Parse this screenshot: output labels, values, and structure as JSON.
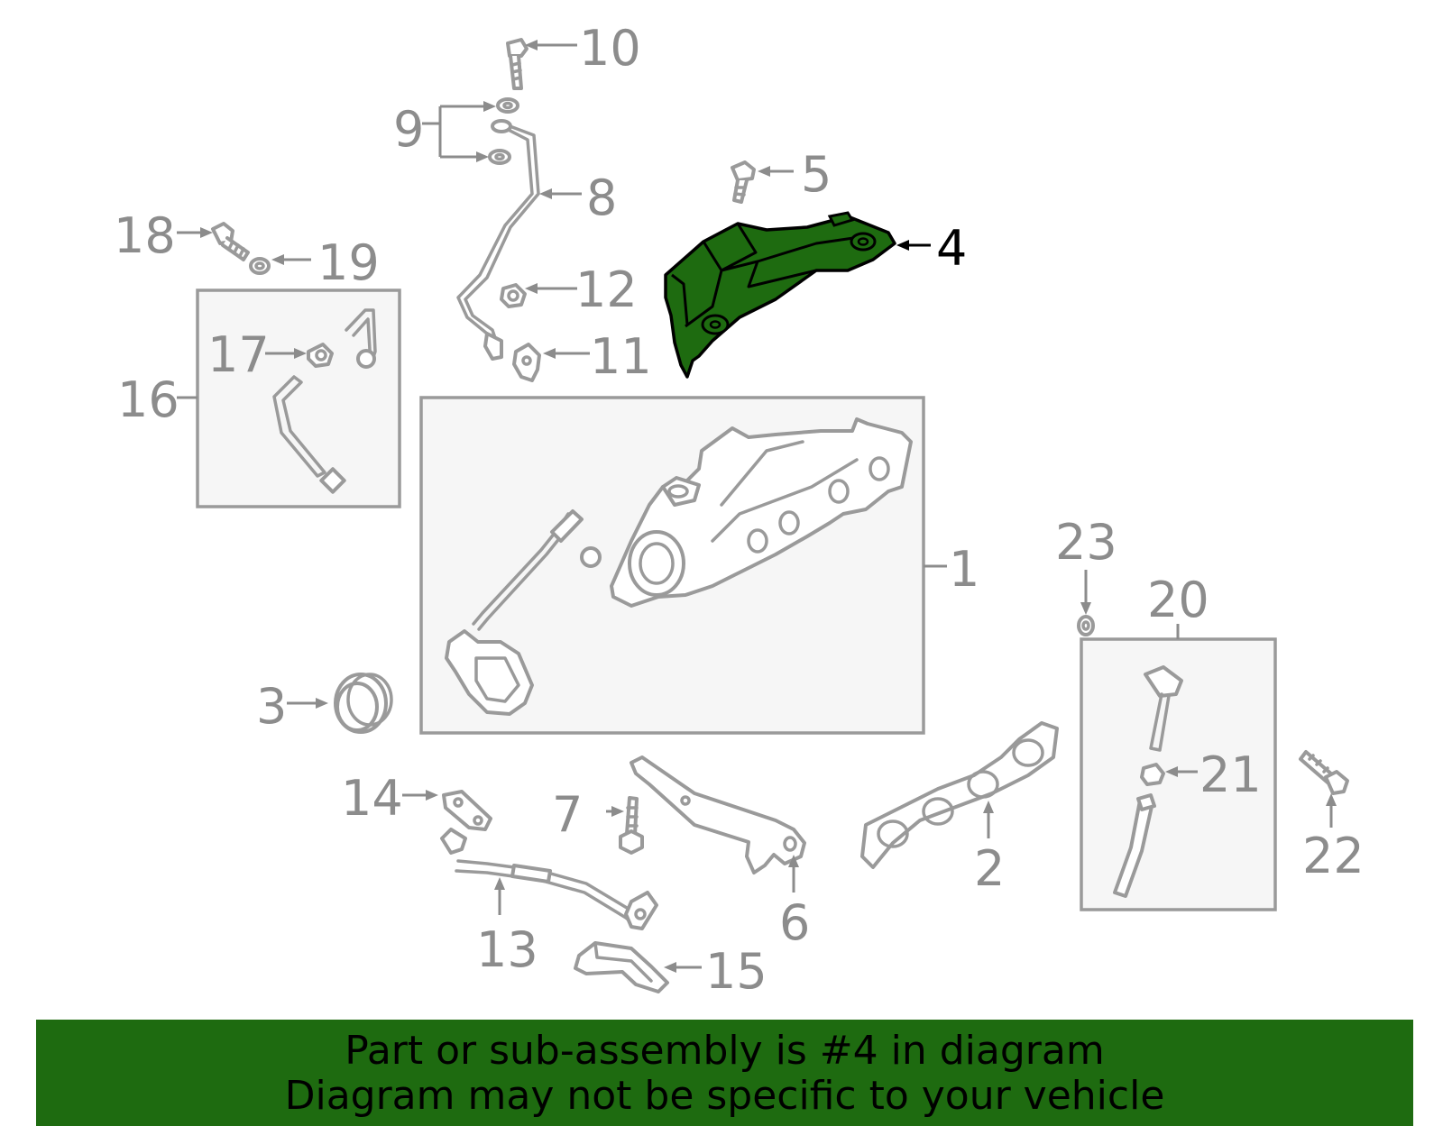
{
  "diagram": {
    "callouts": [
      "1",
      "2",
      "3",
      "4",
      "5",
      "6",
      "7",
      "8",
      "9",
      "10",
      "11",
      "12",
      "13",
      "14",
      "15",
      "16",
      "17",
      "18",
      "19",
      "20",
      "21",
      "22",
      "23"
    ],
    "highlighted_part": "4",
    "highlight_color": "#1e6b10",
    "line_color": "#9a9a9a"
  },
  "banner": {
    "line1": "Part or sub-assembly is #4 in diagram",
    "line2": "Diagram may not be specific to your vehicle",
    "color": "#1e6b10"
  }
}
